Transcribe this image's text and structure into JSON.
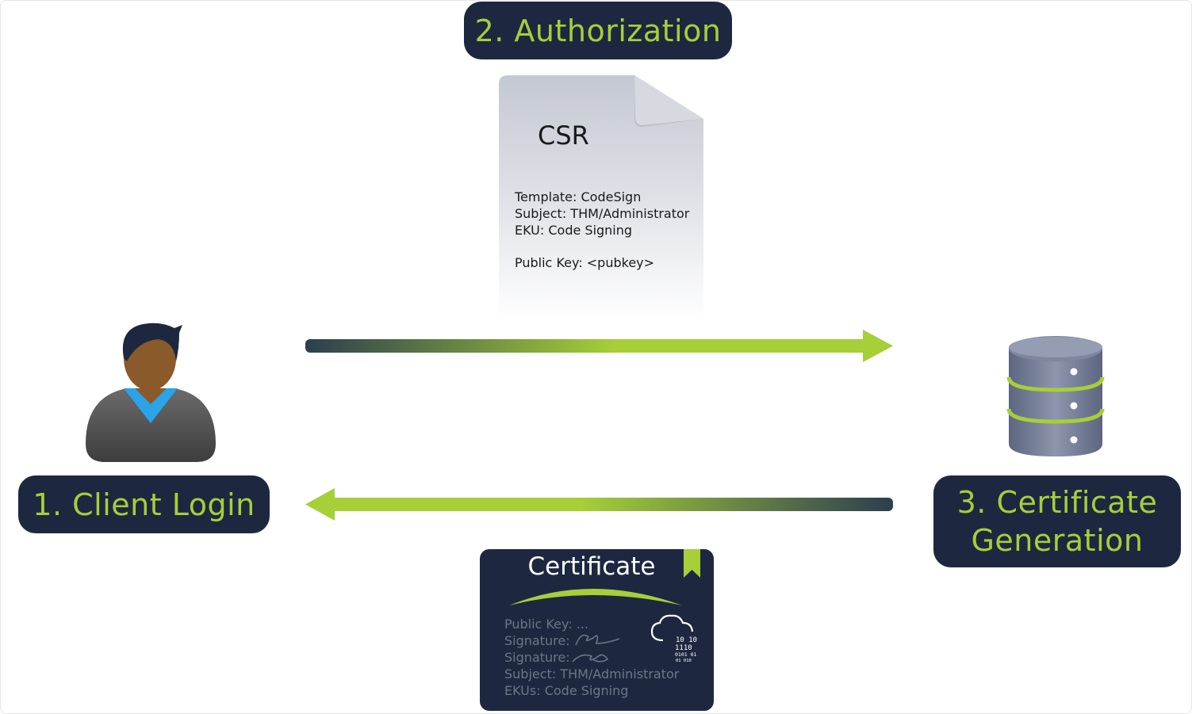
{
  "steps": {
    "authorization": "2. Authorization",
    "client_login": "1. Client Login",
    "certificate_generation_line1": "3. Certificate",
    "certificate_generation_line2": "Generation"
  },
  "csr": {
    "title": "CSR",
    "template": "Template: CodeSign",
    "subject": "Subject: THM/Administrator",
    "eku": "EKU: Code Signing",
    "public_key": "Public Key: <pubkey>"
  },
  "certificate": {
    "title": "Certificate",
    "public_key": "Public Key: ...",
    "signature1": "Signature:",
    "signature2": "Signature:",
    "subject": "Subject: THM/Administrator",
    "ekus": "EKUs: Code Signing",
    "binary_icon_text": [
      "10 10",
      "1110",
      "0101 01",
      "01 010"
    ]
  },
  "icons": [
    "user-icon",
    "database-server-icon",
    "document-icon",
    "bookmark-icon",
    "cloud-binary-icon"
  ],
  "colors": {
    "label_bg": "#1d2840",
    "accent_green": "#a6cf38",
    "arrow_dark": "#2b3e4f"
  }
}
